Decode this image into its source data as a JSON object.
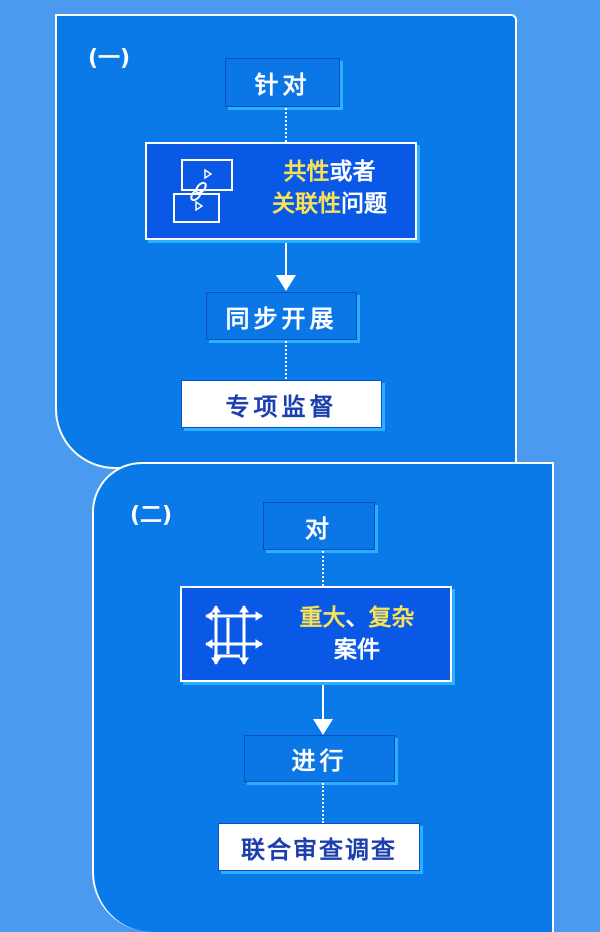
{
  "section1": {
    "label": "(一)",
    "step1": "针对",
    "main": {
      "line1_yellow": "共性",
      "line1_white": "或者",
      "line2_yellow": "关联性",
      "line2_white": "问题"
    },
    "icon": "linked-screens-icon",
    "step2": "同步开展",
    "result": "专项监督"
  },
  "section2": {
    "label": "(二)",
    "step1": "对",
    "main": {
      "line1_yellow_a": "重大",
      "line1_sep": "、",
      "line1_yellow_b": "复杂",
      "line2": "案件"
    },
    "icon": "crossroads-arrows-icon",
    "step2": "进行",
    "result": "联合审查调查"
  },
  "colors": {
    "background": "#4a9bef",
    "panel": "#0a7ae8",
    "highlight": "#f7e25a"
  }
}
